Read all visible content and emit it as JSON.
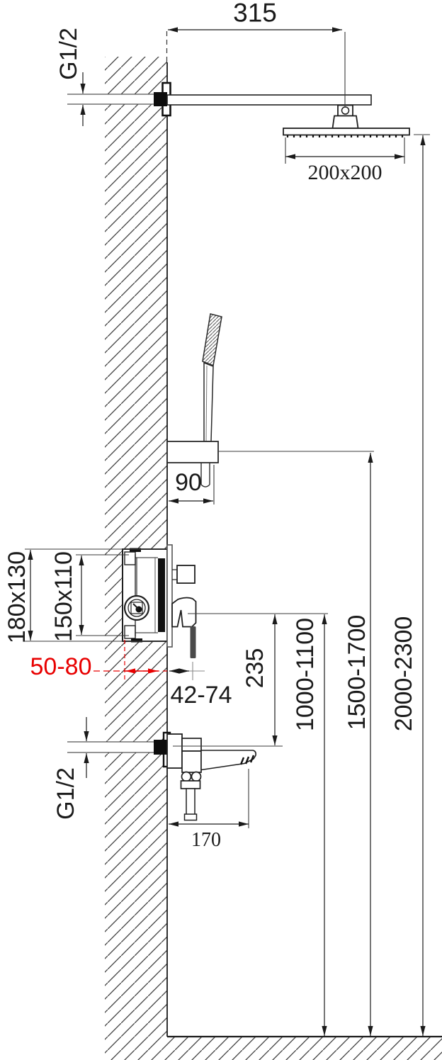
{
  "diagram_title": "shower-system-installation-dimensions",
  "labels": {
    "arm_projection": "315",
    "thread_size_top": "G1/2",
    "head_size": "200x200",
    "holder_width": "90",
    "rough_in_outer": "180x130",
    "rough_in_inner": "150x110",
    "embed_depth_range": "50-80",
    "trim_projection_range": "42-74",
    "spout_drop": "235",
    "mixer_height_range": "1000-1100",
    "holder_height_range": "1500-1700",
    "head_height_range": "2000-2300",
    "thread_size_bottom": "G1/2",
    "spout_projection": "170"
  },
  "colors": {
    "line": "#1a1a1a",
    "highlight_red": "#e80000",
    "light_line": "#777777"
  }
}
